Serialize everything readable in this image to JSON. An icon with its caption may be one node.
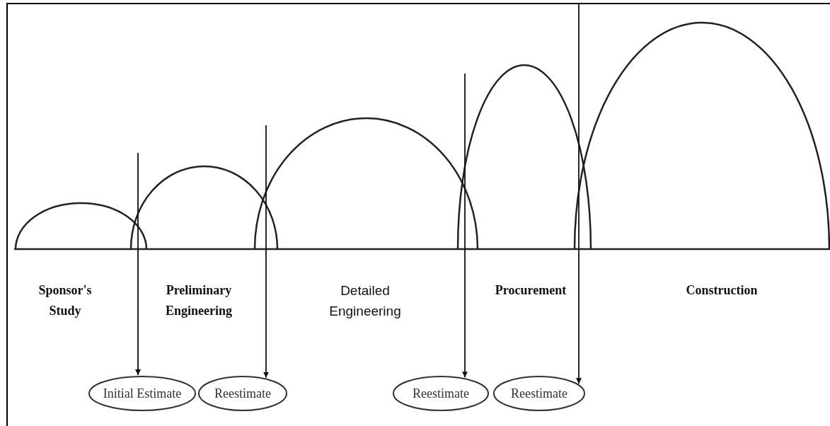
{
  "diagram": {
    "nodes": [
      {
        "text": [
          "Initial Estimate"
        ]
      },
      {
        "text": [
          "Reestimate"
        ]
      },
      {
        "text": [
          "Reestimate"
        ]
      },
      {
        "text": [
          "Reestimate"
        ]
      }
    ],
    "edges": [
      {
        "from": null,
        "to": 0,
        "arrow": "to"
      },
      {
        "from": null,
        "to": 1,
        "arrow": "to"
      },
      {
        "from": null,
        "to": 2,
        "arrow": "to"
      },
      {
        "from": null,
        "to": 3,
        "arrow": "to"
      }
    ],
    "labels": [
      "Sponsor's Study",
      "Preliminary Engineering",
      "Detailed Engineering",
      "Procurement",
      "Construction"
    ]
  }
}
